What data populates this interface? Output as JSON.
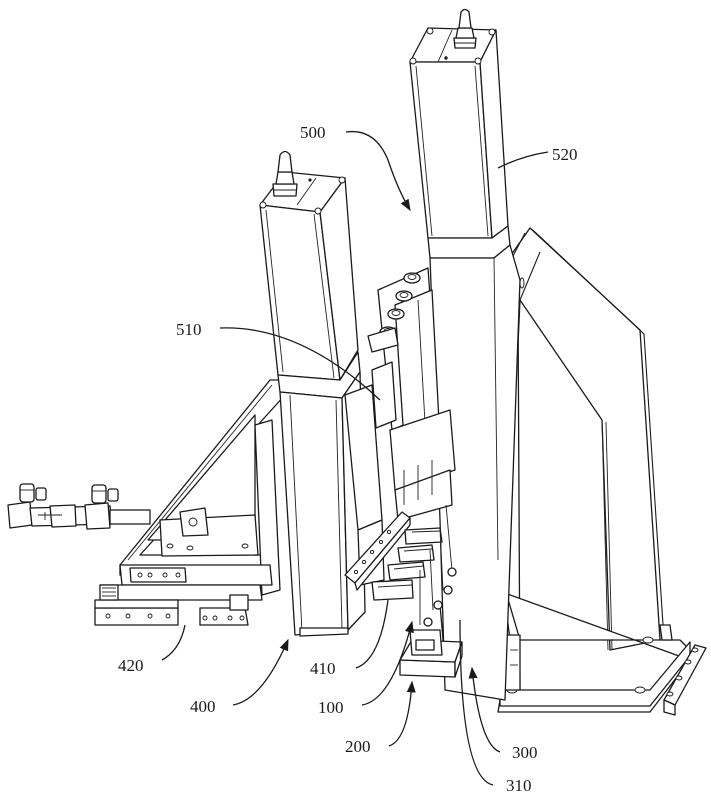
{
  "figure": {
    "type": "patent-mechanical-drawing",
    "style": "black line art on white",
    "colors": {
      "line": "#1a1a1a",
      "background": "#ffffff"
    }
  },
  "labels": [
    {
      "id": "500",
      "text": "500",
      "pointer": "arrow",
      "target": "upper press assembly"
    },
    {
      "id": "520",
      "text": "520",
      "pointer": "leader",
      "target": "right vertical actuator column"
    },
    {
      "id": "510",
      "text": "510",
      "pointer": "leader",
      "target": "left vertical actuator column / tooling"
    },
    {
      "id": "420",
      "text": "420",
      "pointer": "leader",
      "target": "base slide rail block"
    },
    {
      "id": "400",
      "text": "400",
      "pointer": "arrow",
      "target": "side feed assembly"
    },
    {
      "id": "410",
      "text": "410",
      "pointer": "leader",
      "target": "multi-finger slide block"
    },
    {
      "id": "100",
      "text": "100",
      "pointer": "arrow",
      "target": "workpiece pins"
    },
    {
      "id": "200",
      "text": "200",
      "pointer": "arrow",
      "target": "lower fixture block"
    },
    {
      "id": "300",
      "text": "300",
      "pointer": "arrow",
      "target": "support base plate"
    },
    {
      "id": "310",
      "text": "310",
      "pointer": "leader",
      "target": "base plate slot"
    }
  ],
  "components": {
    "actuators": [
      "left-cylinder",
      "right-cylinder"
    ],
    "fittings": [
      "left-air-fitting",
      "right-air-fitting",
      "side-valve-fitting-1",
      "side-valve-fitting-2"
    ],
    "frame": [
      "triangular-bracket",
      "right-upright-plate",
      "base-plate",
      "end-clamp-bar"
    ]
  }
}
